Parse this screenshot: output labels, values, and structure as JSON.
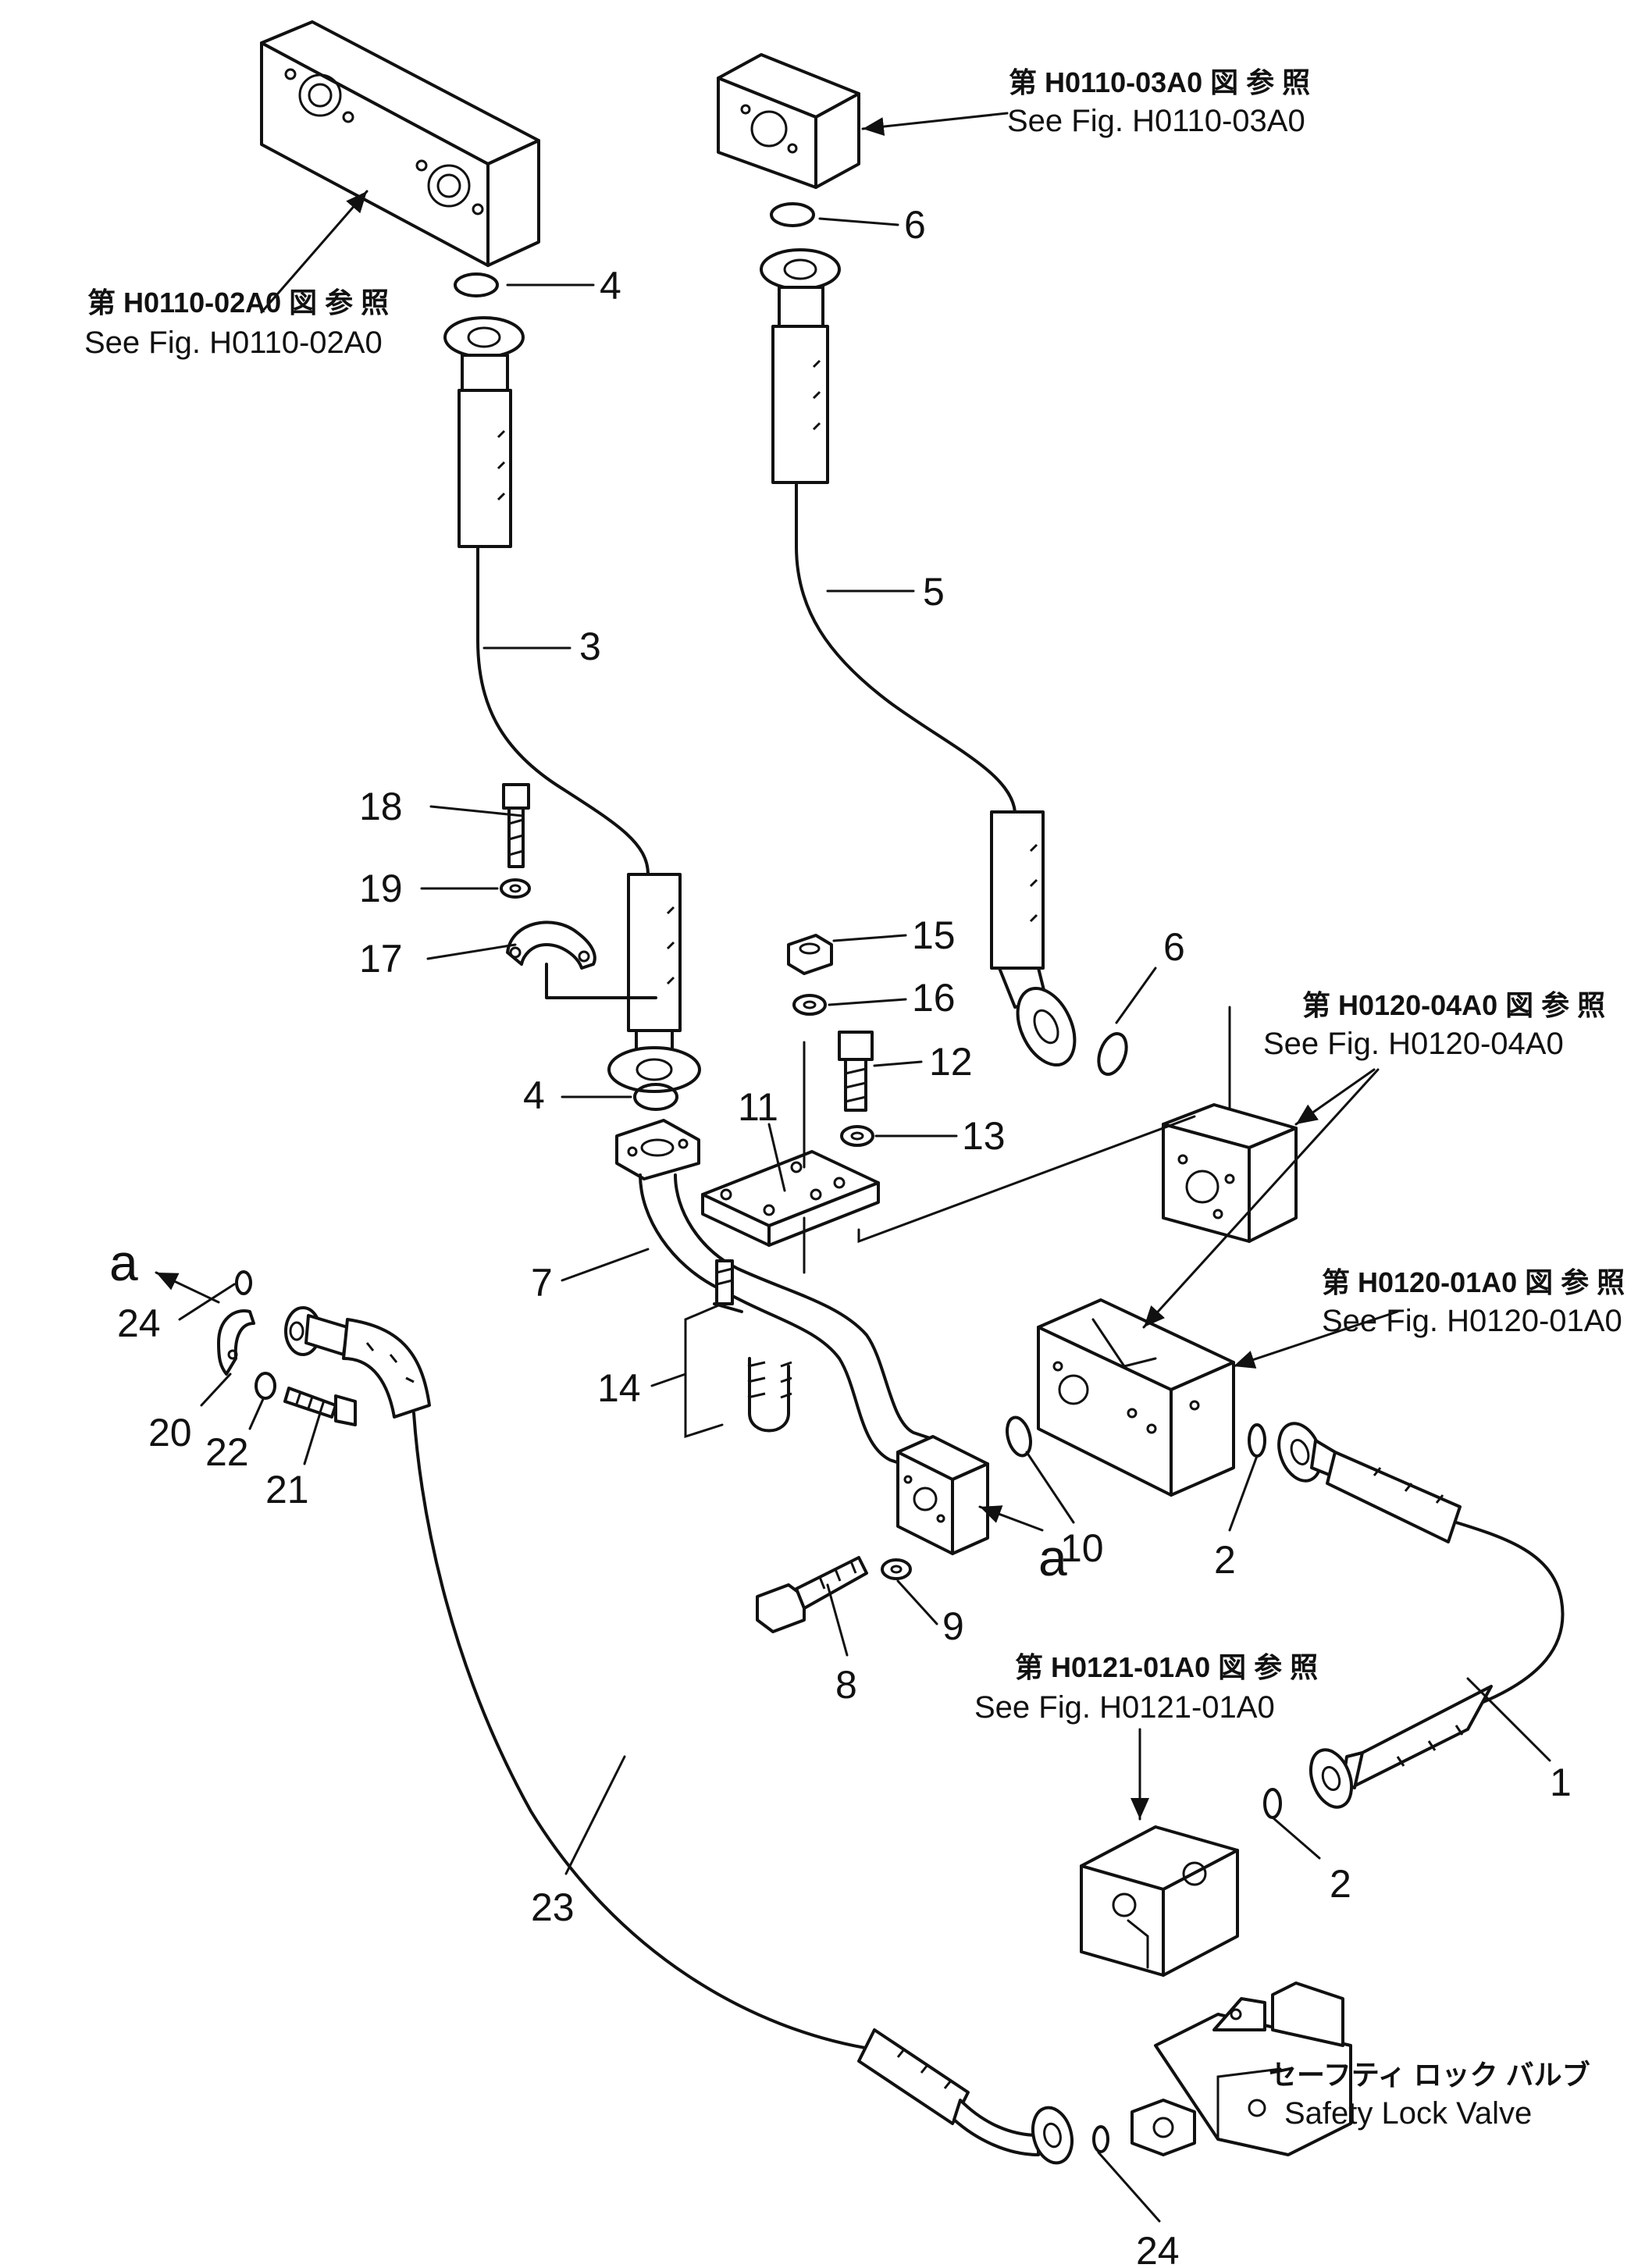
{
  "part_numbers": [
    "1",
    "2",
    "2",
    "3",
    "4",
    "4",
    "5",
    "6",
    "6",
    "7",
    "8",
    "9",
    "10",
    "11",
    "12",
    "13",
    "14",
    "15",
    "16",
    "17",
    "18",
    "19",
    "20",
    "21",
    "22",
    "23",
    "24",
    "24"
  ],
  "references": [
    {
      "jp": "第 H0110-02A0 図 参 照",
      "en": "See Fig. H0110-02A0"
    },
    {
      "jp": "第 H0110-03A0 図 参 照",
      "en": "See Fig. H0110-03A0"
    },
    {
      "jp": "第 H0120-04A0 図 参 照",
      "en": "See Fig. H0120-04A0"
    },
    {
      "jp": "第 H0120-01A0 図 参 照",
      "en": "See Fig. H0120-01A0"
    },
    {
      "jp": "第 H0121-01A0 図 参 照",
      "en": "See Fig. H0121-01A0"
    }
  ],
  "valve_label": {
    "jp": "セーフティ ロック バルブ",
    "en": "Safety Lock Valve"
  },
  "connection_marker": "a"
}
